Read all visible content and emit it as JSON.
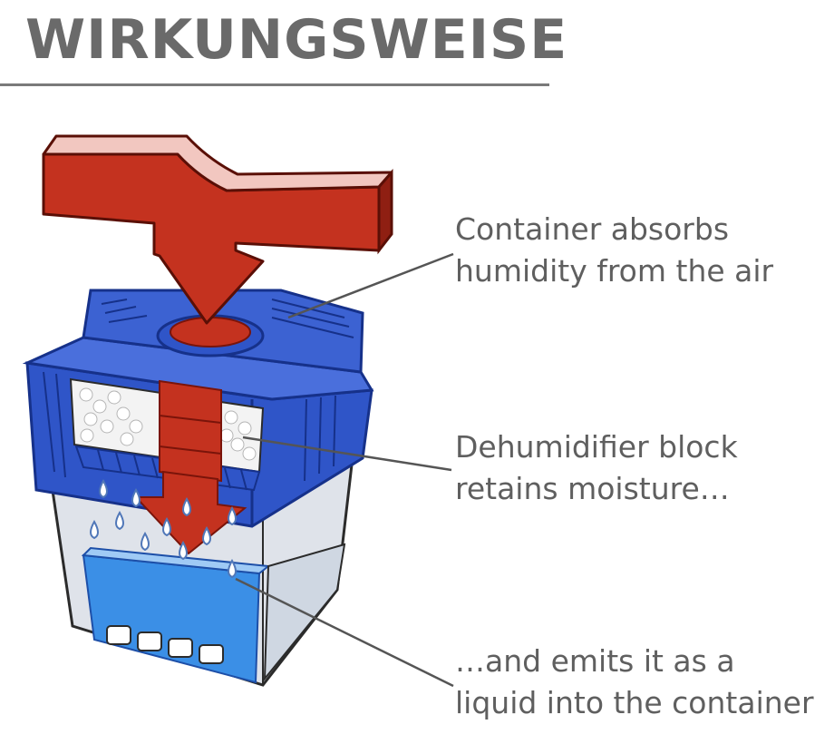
{
  "heading": {
    "title": "WIRKUNGSWEISE"
  },
  "callouts": [
    {
      "lines": [
        "Container absorbs",
        "humidity from the air"
      ]
    },
    {
      "lines": [
        "Dehumidifier block",
        "retains moisture…"
      ]
    },
    {
      "lines": [
        "…and emits it as a",
        "liquid into the container"
      ]
    }
  ],
  "colors": {
    "title_text": "#6a6a6a",
    "rule": "#7a7a7a",
    "label_text": "#5f5f5f",
    "arrow_red": "#c4321f",
    "arrow_top": "#f2c7c0",
    "container_blue": "#2f55c8",
    "container_blue_dark": "#16318a",
    "water_blue": "#3b8fe6",
    "granules": "#f3f3f3",
    "shell": "#d9dde4"
  }
}
